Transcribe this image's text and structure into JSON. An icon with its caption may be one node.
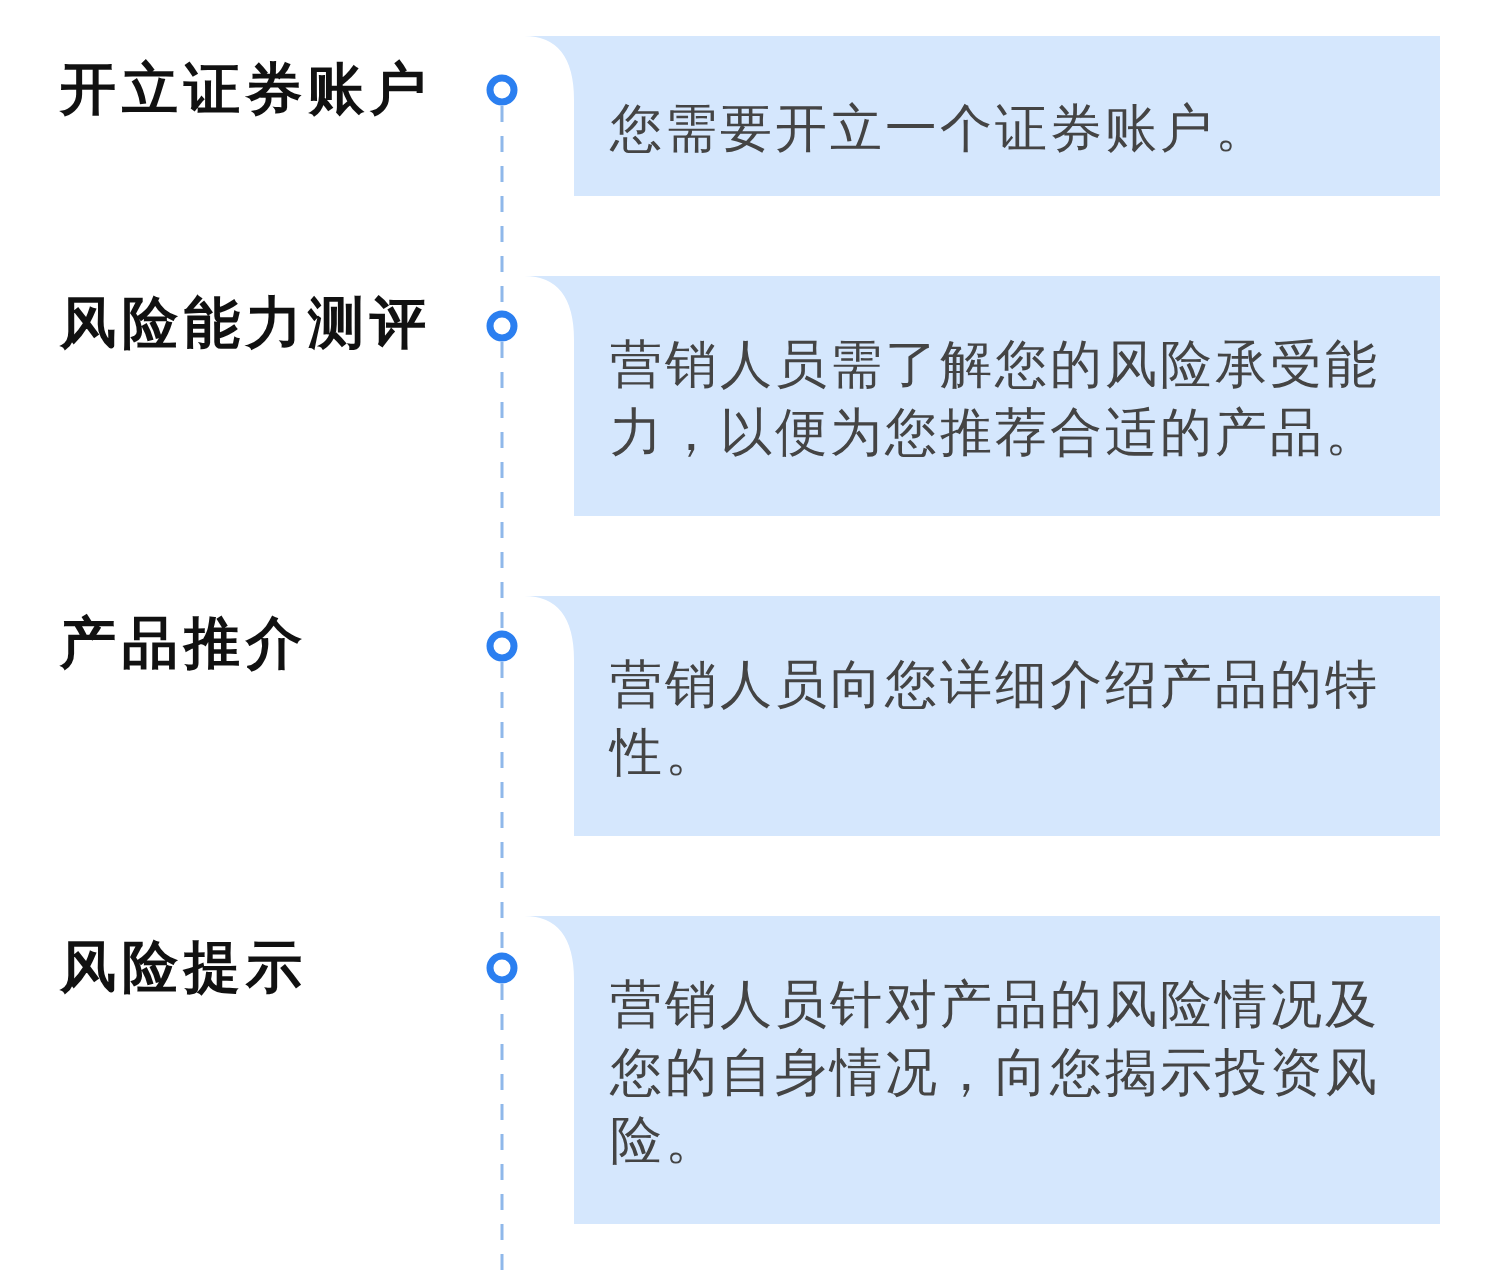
{
  "diagram": {
    "nodes": [
      {
        "text": [],
        "shape": "circle",
        "beside": [
          "开立证券账户"
        ]
      },
      {
        "text": [
          "您需要开立一个证券账户。"
        ]
      },
      {
        "text": [],
        "shape": "circle",
        "beside": [
          "风险能力测评"
        ]
      },
      {
        "text": [
          "营销人员需了解您的风险承受能力，以便为您推荐合适的产品。"
        ]
      },
      {
        "text": [],
        "shape": "circle",
        "beside": [
          "产品推介"
        ]
      },
      {
        "text": [
          "营销人员向您详细介绍产品的特性。"
        ]
      },
      {
        "text": [],
        "shape": "circle",
        "beside": [
          "风险提示"
        ]
      },
      {
        "text": [
          "营销人员针对产品的风险情况及您的自身情况，向您揭示投资风险。"
        ]
      }
    ],
    "edges": [
      {
        "from": 0,
        "to": 2,
        "arrow": "none",
        "style": "dashed"
      },
      {
        "from": 2,
        "to": 4,
        "arrow": "none",
        "style": "dashed"
      },
      {
        "from": 4,
        "to": 6,
        "arrow": "none",
        "style": "dashed"
      },
      {
        "from": 6,
        "to": null,
        "arrow": "none",
        "style": "dashed"
      }
    ]
  }
}
